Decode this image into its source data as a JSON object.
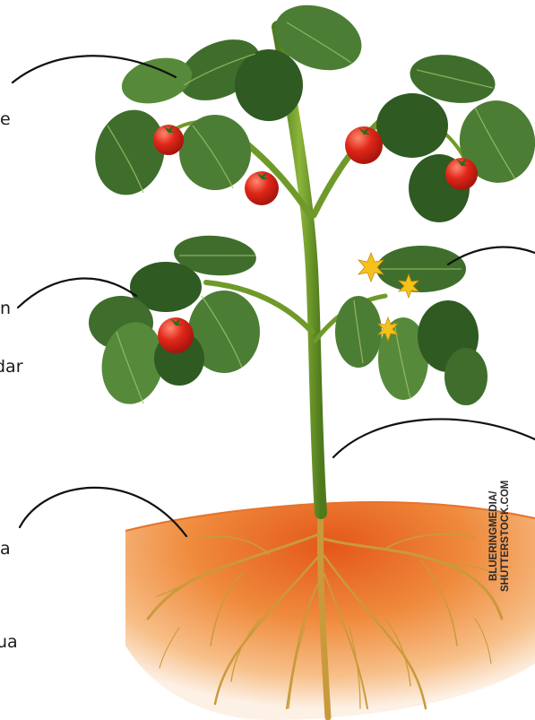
{
  "labels": {
    "label_1": "e",
    "label_2": "n",
    "label_3": "dar",
    "label_4": "a",
    "label_5": "ua"
  },
  "credit": {
    "line_1": "BLUERINGMEDIA/",
    "line_2": "SHUTTERSTOCK.COM"
  },
  "colors": {
    "soil_top": "#f0a15a",
    "soil_mid": "#e46a1e",
    "stem": "#6f9a2a",
    "leaf": "#3f6e2c",
    "leaf_light": "#6a9a45",
    "fruit": "#e0271a",
    "flower": "#f5c21c",
    "root": "#c99a3c"
  }
}
